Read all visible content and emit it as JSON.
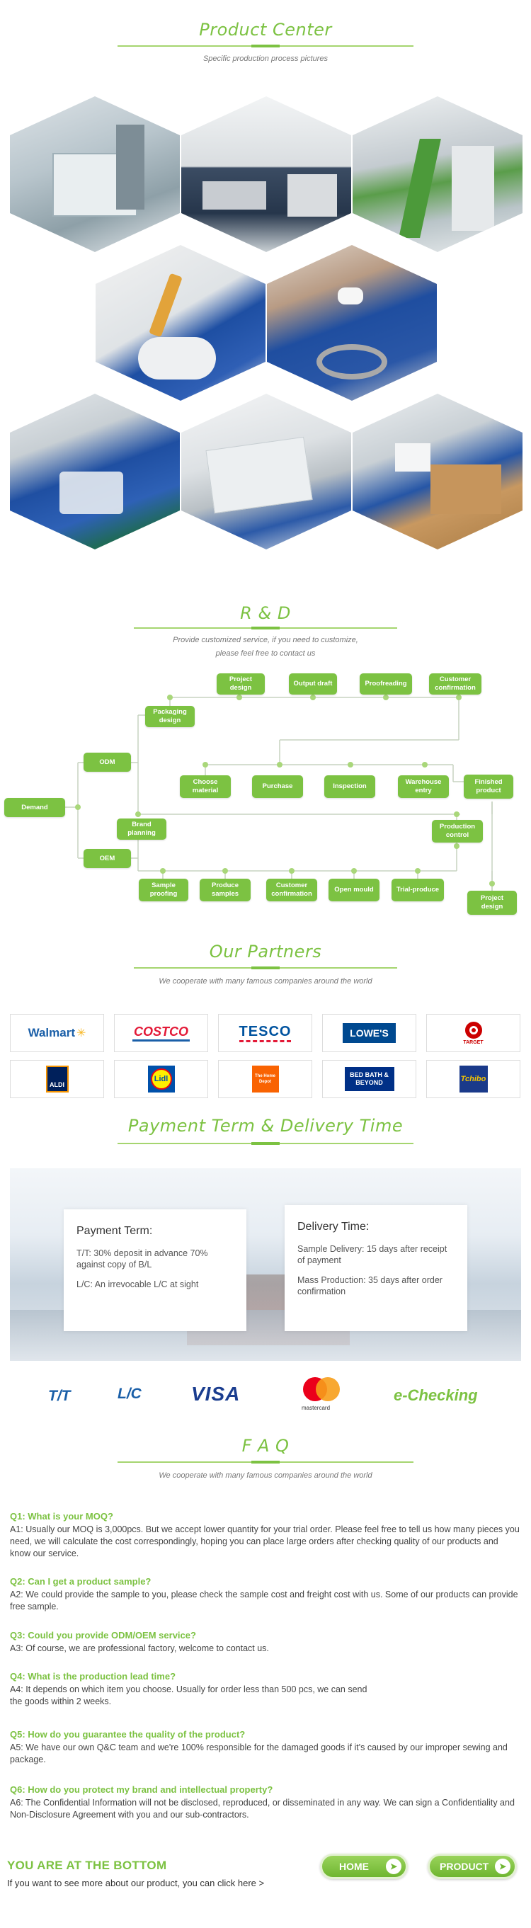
{
  "product_center": {
    "title": "Product Center",
    "subtitle": "Specific production process pictures"
  },
  "rnd": {
    "title": "R & D",
    "subtitle_line1": "Provide customized service, if you need to customize,",
    "subtitle_line2": "please feel free to contact us",
    "nodes": {
      "demand": "Demand",
      "odm": "ODM",
      "oem": "OEM",
      "packaging_design": "Packaging design",
      "brand_planning": "Brand planning",
      "project_design_top": "Project design",
      "output_draft": "Output draft",
      "proofreading": "Proofreading",
      "customer_confirmation_top": "Customer confirmation",
      "choose_material": "Choose material",
      "purchase": "Purchase",
      "inspection": "Inspection",
      "warehouse_entry": "Warehouse entry",
      "finished_product": "Finished product",
      "production_control": "Production control",
      "sample_proofing": "Sample proofing",
      "produce_samples": "Produce samples",
      "customer_confirmation_bottom": "Customer confirmation",
      "open_mould": "Open mould",
      "trial_produce": "Trial-produce",
      "project_design_bottom": "Project design"
    }
  },
  "partners": {
    "title": "Our Partners",
    "subtitle": "We cooperate with many famous companies around the world",
    "logos": [
      "Walmart",
      "COSTCO",
      "TESCO",
      "LOWE'S",
      "TARGET",
      "ALDI",
      "Lidl",
      "The Home Depot",
      "BED BATH & BEYOND",
      "Tchibo"
    ]
  },
  "payment": {
    "title": "Payment Term & Delivery Time",
    "payment_term_title": "Payment Term:",
    "tt_text": "T/T: 30% deposit in advance 70% against copy of B/L",
    "lc_text": "L/C: An irrevocable L/C at sight",
    "delivery_title": "Delivery Time:",
    "sample_delivery": "Sample Delivery: 15 days after receipt of payment",
    "mass_production": "Mass Production: 35 days after order confirmation",
    "methods": {
      "tt": "T/T",
      "lc": "L/C",
      "visa": "VISA",
      "mastercard": "mastercard",
      "echecking": "e-Checking"
    },
    "colors": {
      "brand_blue": "#1a5fa8",
      "visa_blue": "#1a3d8f",
      "echeck_green": "#7cc242"
    }
  },
  "faq": {
    "title": "F A Q",
    "subtitle": "We cooperate with many famous companies around the world",
    "items": [
      {
        "q": "Q1: What is your MOQ?",
        "a": "A1:  Usually our MOQ is 3,000pcs. But we accept lower quantity for your trial order. Please feel free to tell us how many pieces you need, we will calculate the cost correspondingly, hoping you can place large orders after checking quality of our products and know our service."
      },
      {
        "q": "Q2: Can I get a product sample?",
        "a": "A2: We could provide the sample to you, please check the sample cost and freight cost with us. Some of our products can provide free sample."
      },
      {
        "q": "Q3: Could you provide ODM/OEM service?",
        "a": "A3: Of course, we are professional factory, welcome to contact us."
      },
      {
        "q": "Q4: What is the production lead time?",
        "a": "A4: It depends on which item you choose. Usually for order less than 500 pcs, we can send the goods within 2 weeks."
      },
      {
        "q": "Q5: How do you guarantee the quality of the product?",
        "a": "A5: We have our own Q&C team and we're 100% responsible for the damaged goods if it's caused by our improper sewing and package."
      },
      {
        "q": "Q6: How do you protect my brand and intellectual property?",
        "a": "A6: The Confidential Information will not be disclosed, reproduced, or disseminated in any way. We can sign a Confidentiality and Non-Disclosure Agreement with you and our sub-contractors."
      }
    ]
  },
  "bottom": {
    "title": "YOU ARE AT THE BOTTOM",
    "text": "If you want to see more about our product, you can click here >",
    "home_label": "HOME",
    "product_label": "PRODUCT"
  },
  "accent_color": "#7cc242"
}
